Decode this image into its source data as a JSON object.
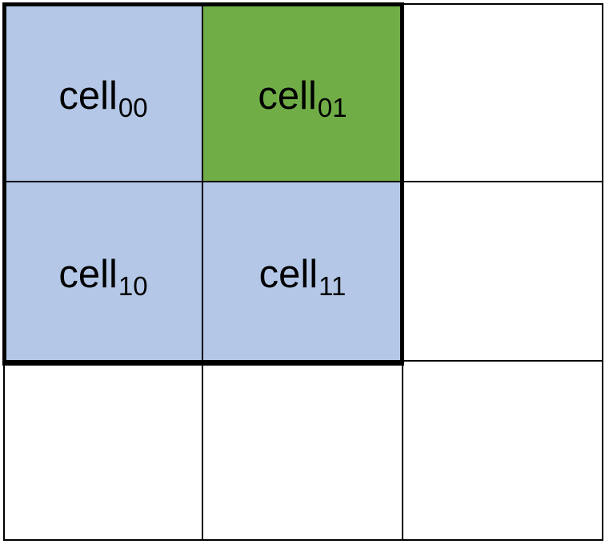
{
  "diagram": {
    "colors": {
      "highlight": "#b4c7e7",
      "target": "#70ad47",
      "empty": "#ffffff",
      "line": "#000000"
    },
    "cells": [
      [
        {
          "base": "cell",
          "sub": "00",
          "fill": "highlight"
        },
        {
          "base": "cell",
          "sub": "01",
          "fill": "target"
        },
        {
          "base": "",
          "sub": "",
          "fill": "empty"
        }
      ],
      [
        {
          "base": "cell",
          "sub": "10",
          "fill": "highlight"
        },
        {
          "base": "cell",
          "sub": "11",
          "fill": "highlight"
        },
        {
          "base": "",
          "sub": "",
          "fill": "empty"
        }
      ],
      [
        {
          "base": "",
          "sub": "",
          "fill": "empty"
        },
        {
          "base": "",
          "sub": "",
          "fill": "empty"
        },
        {
          "base": "",
          "sub": "",
          "fill": "empty"
        }
      ]
    ]
  }
}
